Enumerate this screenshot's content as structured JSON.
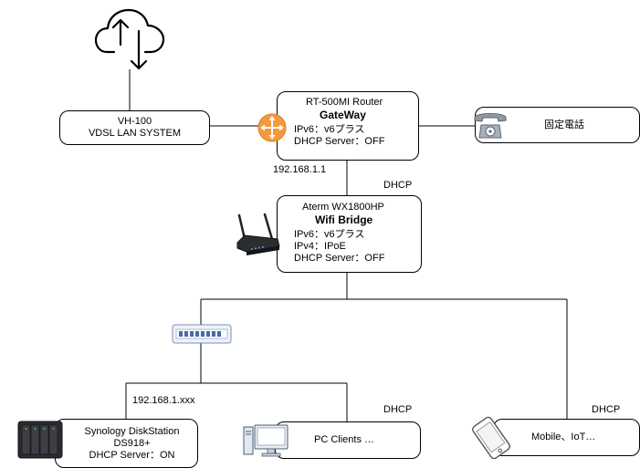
{
  "vdsl": {
    "line1": "VH-100",
    "line2": "VDSL LAN SYSTEM"
  },
  "router": {
    "model": "RT-500MI Router",
    "role": "GateWay",
    "ipv6": "IPv6：v6プラス",
    "dhcp": "DHCP Server：OFF",
    "ip": "192.168.1.1"
  },
  "phone": {
    "label": "固定電話"
  },
  "bridge": {
    "dhcp_top": "DHCP",
    "model": "Aterm WX1800HP",
    "role": "Wifi Bridge",
    "ipv6": "IPv6：v6プラス",
    "ipv4": "IPv4：IPoE",
    "dhcp": "DHCP Server：OFF"
  },
  "nas": {
    "ip": "192.168.1.xxx",
    "line1": "Synology DiskStation",
    "line2": "DS918+",
    "line3": "DHCP Server：ON"
  },
  "pc": {
    "dhcp": "DHCP",
    "label": "PC Clients …"
  },
  "mobile": {
    "dhcp": "DHCP",
    "label": "Mobile、IoT…"
  }
}
